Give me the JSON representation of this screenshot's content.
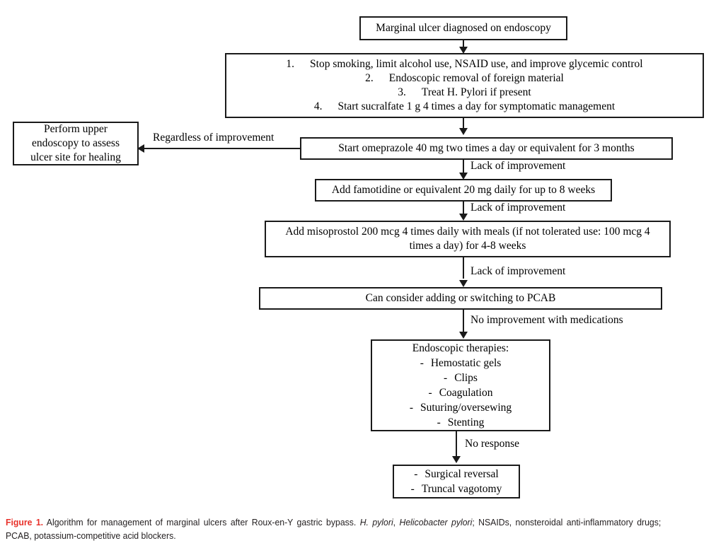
{
  "figure": {
    "nodes": {
      "diagnosis": "Marginal ulcer diagnosed on endoscopy",
      "initial_steps": [
        {
          "num": "1.",
          "text": "Stop smoking, limit alcohol use, NSAID use, and improve glycemic control"
        },
        {
          "num": "2.",
          "text": "Endoscopic removal of foreign material"
        },
        {
          "num": "3.",
          "text": "Treat H. Pylori if present"
        },
        {
          "num": "4.",
          "text": "Start sucralfate 1 g 4 times a day for symptomatic management"
        }
      ],
      "endoscopy_assess": [
        "Perform upper",
        "endoscopy to assess",
        "ulcer site for healing"
      ],
      "omeprazole": "Start omeprazole 40 mg two times a day or equivalent for 3 months",
      "famotidine": "Add famotidine or equivalent 20 mg daily for up to 8 weeks",
      "misoprostol": [
        "Add misoprostol 200 mcg 4 times daily with meals (if not tolerated use: 100 mcg 4",
        "times a day) for 4-8 weeks"
      ],
      "pcab": "Can consider adding or switching to PCAB",
      "endoscopic_therapies": {
        "heading": "Endoscopic therapies:",
        "items": [
          {
            "dash": "-",
            "text": "Hemostatic gels"
          },
          {
            "dash": "-",
            "text": "Clips"
          },
          {
            "dash": "-",
            "text": "Coagulation"
          },
          {
            "dash": "-",
            "text": "Suturing/oversewing"
          },
          {
            "dash": "-",
            "text": "Stenting"
          }
        ]
      },
      "surgical": {
        "items": [
          {
            "dash": "-",
            "text": "Surgical reversal"
          },
          {
            "dash": "-",
            "text": "Truncal vagotomy"
          }
        ]
      }
    },
    "edge_labels": {
      "regardless": "Regardless of improvement",
      "lack1": "Lack of improvement",
      "lack2": "Lack of improvement",
      "lack3": "Lack of improvement",
      "no_improvement_meds": "No improvement with medications",
      "no_response": "No response"
    }
  },
  "caption": {
    "label": "Figure 1.",
    "part1": " Algorithm for management of marginal ulcers after Roux-en-Y gastric bypass. ",
    "ital1": "H. pylori",
    "part2": ", ",
    "ital2": "Helicobacter pylori",
    "part3": "; NSAIDs, nonsteroidal anti-inflammatory drugs; PCAB, potassium-competitive acid blockers.",
    "label_color": "#e8312a"
  }
}
